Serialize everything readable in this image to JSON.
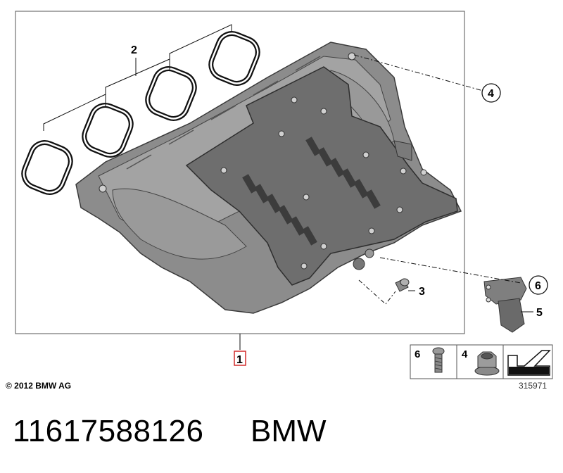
{
  "callouts": [
    {
      "id": "1",
      "label": "1",
      "highlighted": true
    },
    {
      "id": "2",
      "label": "2"
    },
    {
      "id": "3",
      "label": "3"
    },
    {
      "id": "4",
      "label": "4",
      "circled": true
    },
    {
      "id": "5",
      "label": "5"
    },
    {
      "id": "6",
      "label": "6",
      "circled": true
    }
  ],
  "legend": {
    "items": [
      {
        "label": "6",
        "icon": "torx-bolt-icon"
      },
      {
        "label": "4",
        "icon": "flange-nut-icon"
      },
      {
        "label": "",
        "icon": "bmw-arrow-symbol-icon"
      }
    ]
  },
  "copyright": "© 2012 BMW AG",
  "diagram_id": "315971",
  "part_number": "11617588126",
  "brand": "BMW",
  "colors": {
    "frame": "#555555",
    "part_fill": "#8c8c8c",
    "part_dark": "#5a5a5a",
    "highlight": "#d22b2b"
  }
}
